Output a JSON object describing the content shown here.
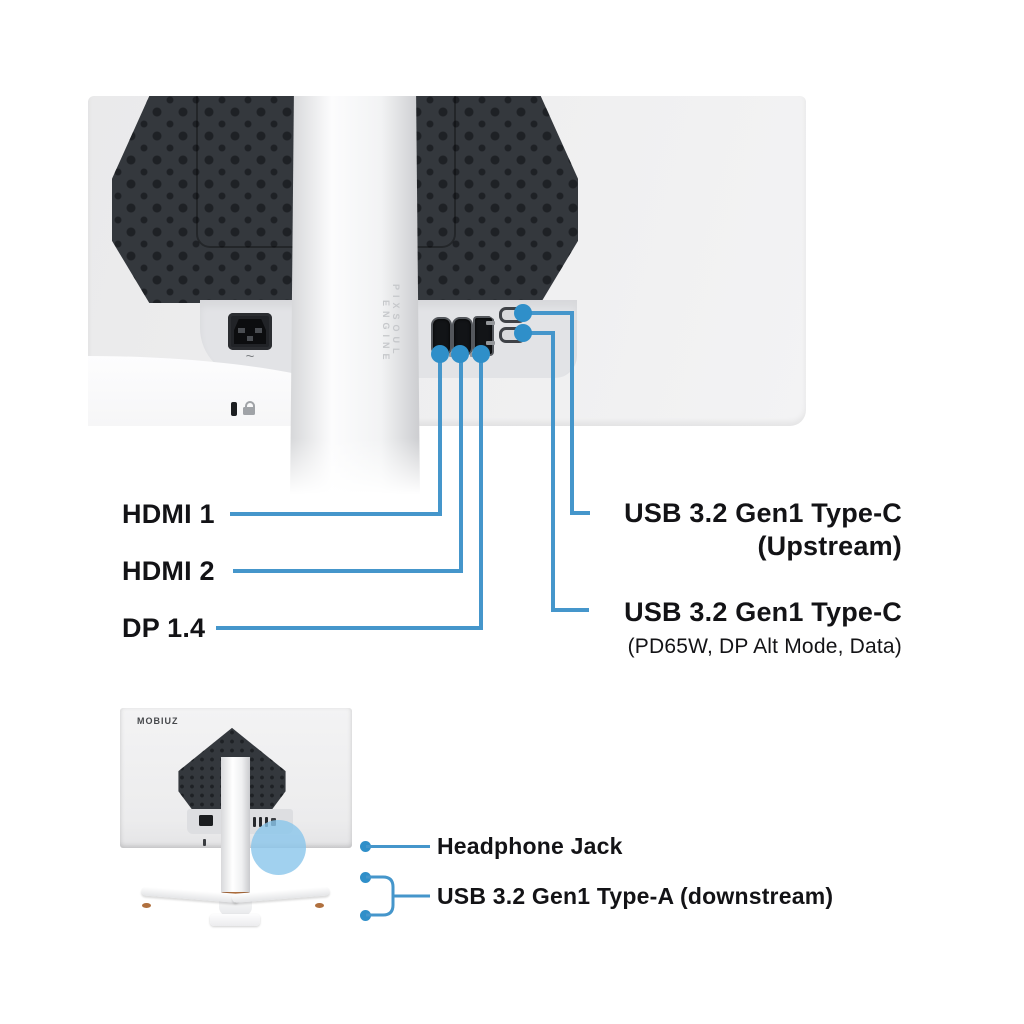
{
  "colors": {
    "accent_blue": "#4596CB",
    "dot_blue": "#2F8FC9",
    "text_dark": "#131316",
    "panel_gray": "#EDEEEF",
    "recess_gray": "#E2E3E6",
    "vent_dark": "#34383D",
    "vent_hole": "#1E2125",
    "copper": "#B0703E",
    "engraving_gray": "#C6C8CB",
    "highlight_blue": "rgba(137,198,235,0.80)"
  },
  "icons": {
    "power_inlet": "ac-power-inlet-icon",
    "kensington_lock": "kensington-lock-icon",
    "hdmi_port": "hdmi-port-icon",
    "dp_port": "dp-port-icon",
    "usb_c_port": "usb-c-port-icon",
    "usb_a_port": "usb-a-port-icon",
    "highlight": "headphone-area-highlight-circle"
  },
  "top_diagram": {
    "stand_engraving": {
      "line1": "PIXSOUL",
      "line2": "ENGINE"
    },
    "power_symbol": "~",
    "callouts_left": [
      {
        "label": "HDMI 1"
      },
      {
        "label": "HDMI 2"
      },
      {
        "label": "DP 1.4"
      }
    ],
    "callouts_right": [
      {
        "label": "USB 3.2 Gen1 Type-C",
        "sublabel": "(Upstream)"
      },
      {
        "label": "USB 3.2 Gen1 Type-C",
        "sublabel": "(PD65W, DP Alt Mode, Data)"
      }
    ]
  },
  "bottom_diagram": {
    "brand_logo": "MOBIUZ",
    "callouts": [
      {
        "label": "Headphone Jack"
      },
      {
        "label": "USB 3.2 Gen1 Type-A (downstream)"
      }
    ]
  }
}
